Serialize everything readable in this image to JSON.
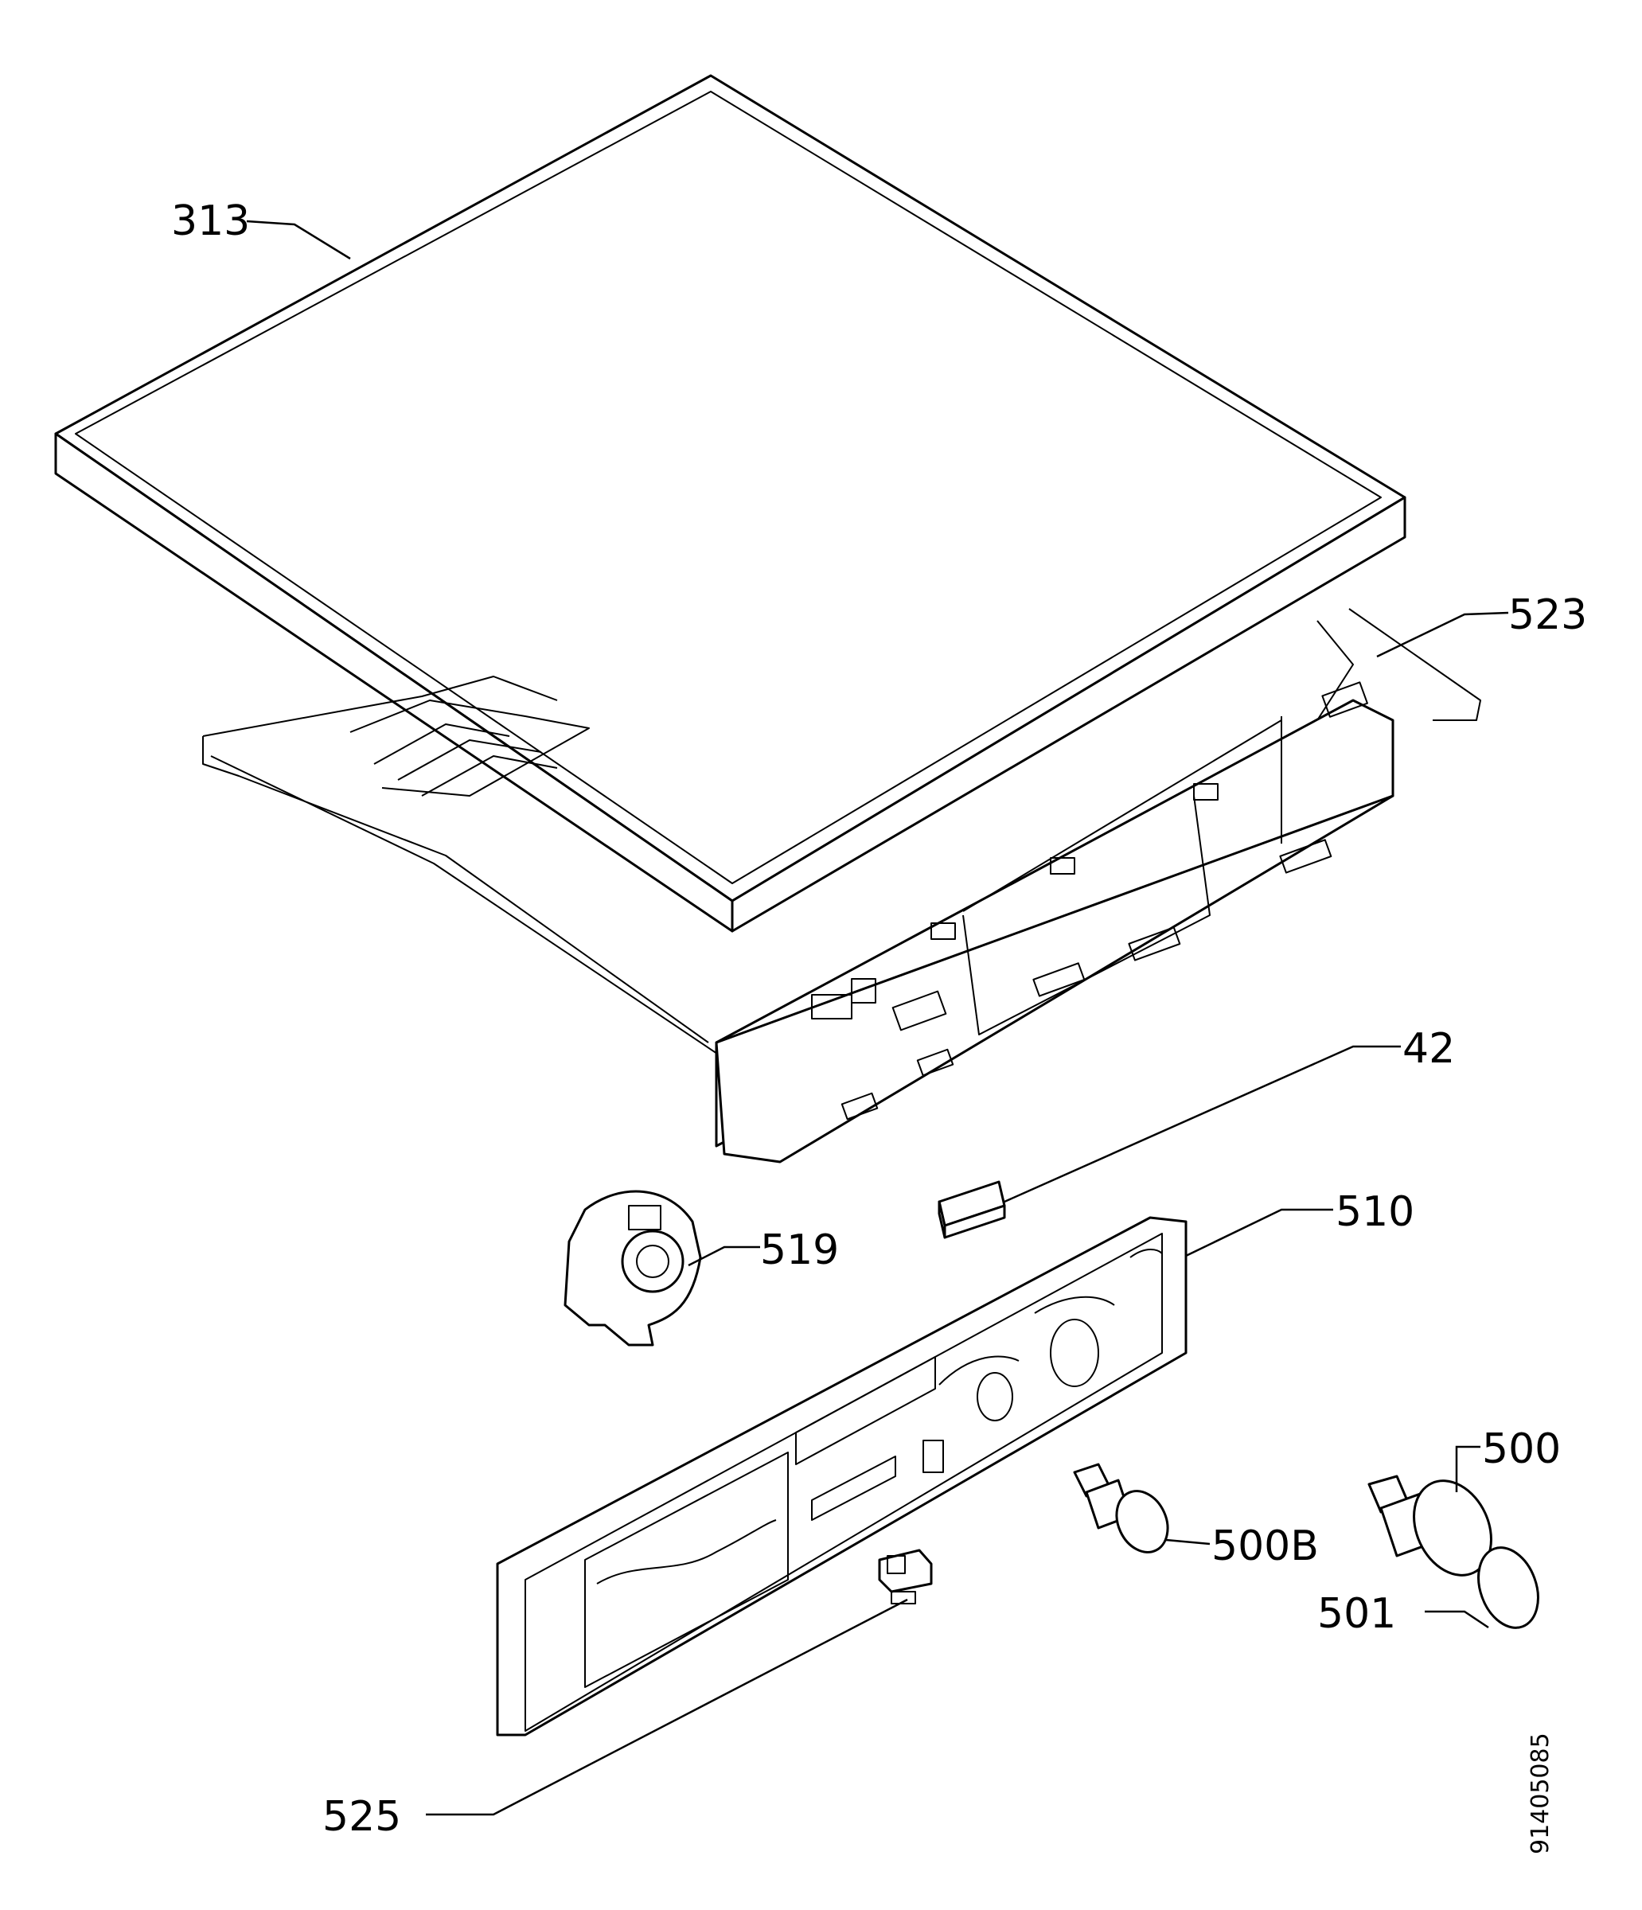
{
  "callouts": [
    {
      "id": "313",
      "label": "313"
    },
    {
      "id": "523",
      "label": "523"
    },
    {
      "id": "42",
      "label": "42"
    },
    {
      "id": "519",
      "label": "519"
    },
    {
      "id": "510",
      "label": "510"
    },
    {
      "id": "500",
      "label": "500"
    },
    {
      "id": "500B",
      "label": "500B"
    },
    {
      "id": "501",
      "label": "501"
    },
    {
      "id": "525",
      "label": "525"
    }
  ],
  "reference_code": "91405085"
}
